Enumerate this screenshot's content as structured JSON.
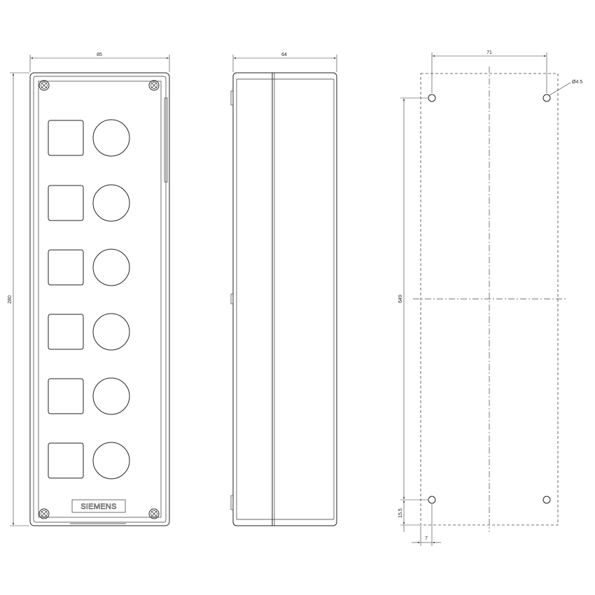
{
  "front_view": {
    "width_label": "85",
    "height_label": "280",
    "brand": "SIEMENS",
    "slots": 6
  },
  "side_view": {
    "depth_label": "64"
  },
  "drilling_template": {
    "hole_spacing_x": "71",
    "hole_spacing_y": "649",
    "hole_diameter": "Ø4.5",
    "offset_bottom": "15.5",
    "offset_side": "7"
  }
}
